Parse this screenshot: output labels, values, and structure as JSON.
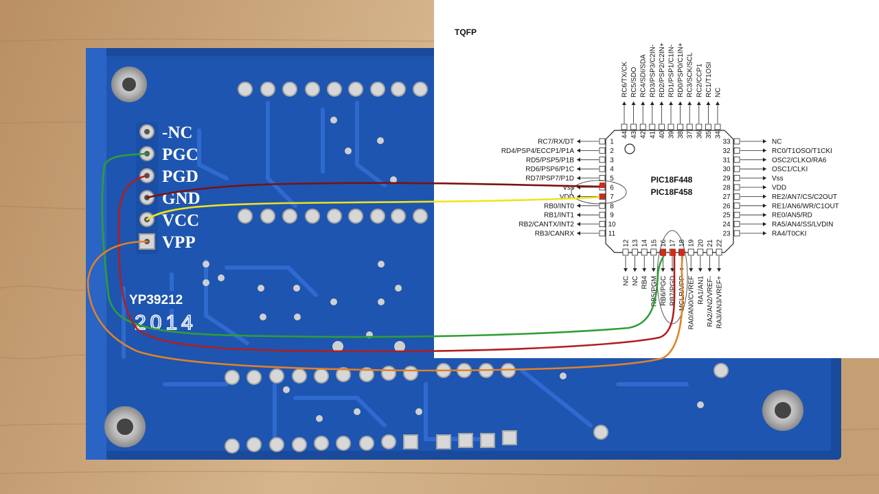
{
  "header_labels": [
    "-NC",
    "PGC",
    "PGD",
    "GND",
    "VCC",
    "VPP"
  ],
  "board_marking": "YP39212",
  "board_year": "2014",
  "diagram": {
    "package": "TQFP",
    "chip_names": [
      "PIC18F448",
      "PIC18F458"
    ],
    "left_pins": [
      {
        "num": "1",
        "label": "RC7/RX/DT"
      },
      {
        "num": "2",
        "label": "RD4/PSP4/ECCP1/P1A"
      },
      {
        "num": "3",
        "label": "RD5/PSP5/P1B"
      },
      {
        "num": "4",
        "label": "RD6/PSP6/P1C"
      },
      {
        "num": "5",
        "label": "RD7/PSP7/P1D"
      },
      {
        "num": "6",
        "label": "Vss"
      },
      {
        "num": "7",
        "label": "VDD"
      },
      {
        "num": "8",
        "label": "RB0/INT0"
      },
      {
        "num": "9",
        "label": "RB1/INT1"
      },
      {
        "num": "10",
        "label": "RB2/CANTX/INT2"
      },
      {
        "num": "11",
        "label": "RB3/CANRX"
      }
    ],
    "right_pins": [
      {
        "num": "33",
        "label": "NC"
      },
      {
        "num": "32",
        "label": "RC0/T1OSO/T1CKI"
      },
      {
        "num": "31",
        "label": "OSC2/CLKO/RA6"
      },
      {
        "num": "30",
        "label": "OSC1/CLKI"
      },
      {
        "num": "29",
        "label": "Vss"
      },
      {
        "num": "28",
        "label": "VDD"
      },
      {
        "num": "27",
        "label": "RE2/AN7/CS/C2OUT"
      },
      {
        "num": "26",
        "label": "RE1/AN6/WR/C1OUT"
      },
      {
        "num": "25",
        "label": "RE0/AN5/RD"
      },
      {
        "num": "24",
        "label": "RA5/AN4/SS/LVDIN"
      },
      {
        "num": "23",
        "label": "RA4/T0CKI"
      }
    ],
    "top_pins": [
      {
        "num": "44",
        "label": "RC6/TX/CK"
      },
      {
        "num": "43",
        "label": "RC5/SDO"
      },
      {
        "num": "42",
        "label": "RC4/SDI/SDA"
      },
      {
        "num": "41",
        "label": "RD3/PSP3/C2IN-"
      },
      {
        "num": "40",
        "label": "RD2/PSP2/C2IN+"
      },
      {
        "num": "39",
        "label": "RD1/PSP1/C1IN-"
      },
      {
        "num": "38",
        "label": "RD0/PSP0/C1IN+"
      },
      {
        "num": "37",
        "label": "RC3/SCK/SCL"
      },
      {
        "num": "36",
        "label": "RC2/CCP1"
      },
      {
        "num": "35",
        "label": "RC1/T1OSI"
      },
      {
        "num": "34",
        "label": "NC"
      }
    ],
    "bottom_pins": [
      {
        "num": "12",
        "label": "NC"
      },
      {
        "num": "13",
        "label": "NC"
      },
      {
        "num": "14",
        "label": "RB4"
      },
      {
        "num": "15",
        "label": "RB5/PGM"
      },
      {
        "num": "16",
        "label": "RB6/PGC"
      },
      {
        "num": "17",
        "label": "RB7/PGD"
      },
      {
        "num": "18",
        "label": "MCLR/VPP"
      },
      {
        "num": "19",
        "label": "RA0/AN0/CVREF"
      },
      {
        "num": "20",
        "label": "RA1/AN1"
      },
      {
        "num": "21",
        "label": "RA2/AN2/VREF-"
      },
      {
        "num": "22",
        "label": "RA3/AN3/VREF+"
      }
    ]
  },
  "colors": {
    "board": "#1e55b0",
    "wood": "#c9a67c",
    "wire_pgc": "#2e9e34",
    "wire_pgd": "#b21e1e",
    "wire_gnd": "#7a1212",
    "wire_vcc": "#f2e21a",
    "wire_vpp": "#e0822a",
    "highlight_pin": "#d42a1a"
  }
}
